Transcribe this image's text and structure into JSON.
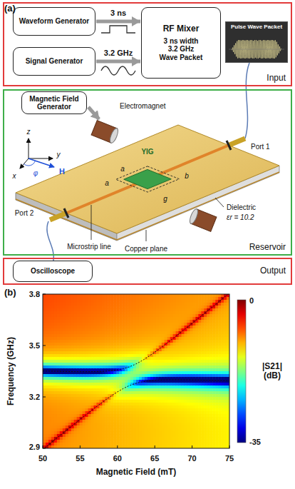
{
  "diagram": {
    "nodes": [
      {
        "text": [
          "Input"
        ]
      },
      {
        "text": [
          "Waveform Generator"
        ],
        "in": 0
      },
      {
        "text": [
          "Signal Generator"
        ],
        "in": 0
      },
      {
        "text": [
          "RF Mixer",
          "3 ns width",
          "3.2 GHz",
          "Wave Packet"
        ],
        "in": 0
      },
      {
        "text": [
          "Pulse Wave Packet"
        ],
        "in": 0
      },
      {
        "text": [
          "Reservoir"
        ]
      },
      {
        "text": [
          "Magnetic Field Generator"
        ],
        "in": 5
      },
      {
        "text": [
          "Output"
        ]
      },
      {
        "text": [
          "Oscilloscope"
        ],
        "in": 7
      }
    ],
    "edges": [
      {
        "from": 1,
        "to": 3,
        "label": "3 ns",
        "arrow": "to"
      },
      {
        "from": 2,
        "to": 3,
        "label": "3.2 GHz",
        "arrow": "to"
      }
    ],
    "labels": [
      "(a)",
      "Electromagnet",
      "Port 1",
      "Port 2",
      "YIG",
      "a",
      "b",
      "a",
      "g",
      "x",
      "y",
      "z",
      "H",
      "φ",
      "Dielectric",
      "εr = 10.2",
      "Copper plane",
      "Microstrip line",
      "(b)",
      "3.8",
      "3.5",
      "3.2",
      "2.9",
      "50",
      "55",
      "60",
      "65",
      "70",
      "75",
      "Frequency (GHz)",
      "Magnetic Field (mT)",
      "0",
      "-35",
      "|S21| (dB)"
    ]
  }
}
